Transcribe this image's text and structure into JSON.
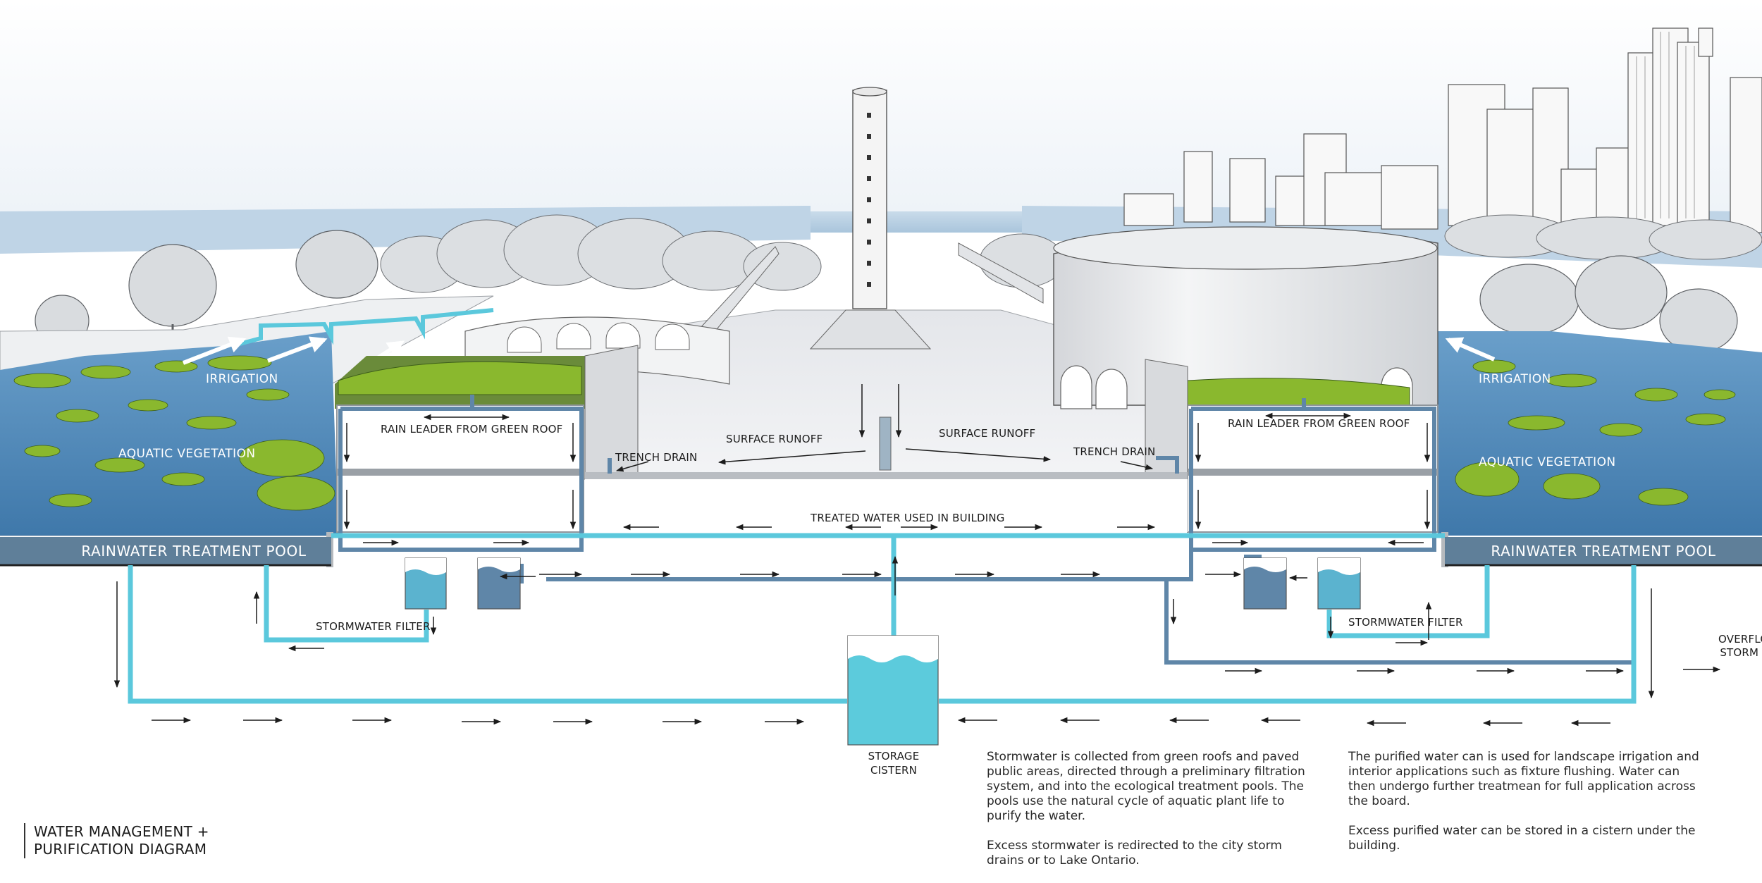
{
  "labels": {
    "irrigation_left": "IRRIGATION",
    "irrigation_right": "IRRIGATION",
    "aquatic_left": "AQUATIC VEGETATION",
    "aquatic_right": "AQUATIC VEGETATION",
    "rain_leader_left": "RAIN LEADER FROM GREEN ROOF",
    "rain_leader_right": "RAIN LEADER FROM GREEN ROOF",
    "surface_runoff_left": "SURFACE RUNOFF",
    "surface_runoff_right": "SURFACE RUNOFF",
    "trench_drain_left": "TRENCH DRAIN",
    "trench_drain_right": "TRENCH DRAIN",
    "treated_water": "TREATED WATER USED IN BUILDING",
    "pool_left": "RAINWATER TREATMENT POOL",
    "pool_right": "RAINWATER TREATMENT POOL",
    "stormwater_filter_left": "STORMWATER FILTER",
    "stormwater_filter_right": "STORMWATER FILTER",
    "overflow_1": "OVERFLOW TO",
    "overflow_2": "STORM DRAIN",
    "cistern_1": "STORAGE",
    "cistern_2": "CISTERN"
  },
  "description": {
    "col1_p1": "Stormwater is collected from green roofs and paved public areas, directed through a preliminary filtration system, and into the ecological treatment pools. The pools use the natural cycle of aquatic plant life to purify the water.",
    "col1_p2": "Excess stormwater is redirected to the city storm drains or to Lake Ontario.",
    "col2_p1": "The purified water can is used for landscape irrigation and interior applications such as fixture flushing. Water can then undergo further treatmean for full application across the board.",
    "col2_p2": "Excess purified water can be stored in a cistern under the building."
  },
  "title": {
    "line1": "WATER MANAGEMENT +",
    "line2": "PURIFICATION DIAGRAM"
  },
  "colors": {
    "pipe_light": "#5bc8dc",
    "pipe_dark": "#5f86a8",
    "pool_band": "#5f7f99",
    "water": "#4f8fc0",
    "vegetation": "#8ab82e"
  }
}
